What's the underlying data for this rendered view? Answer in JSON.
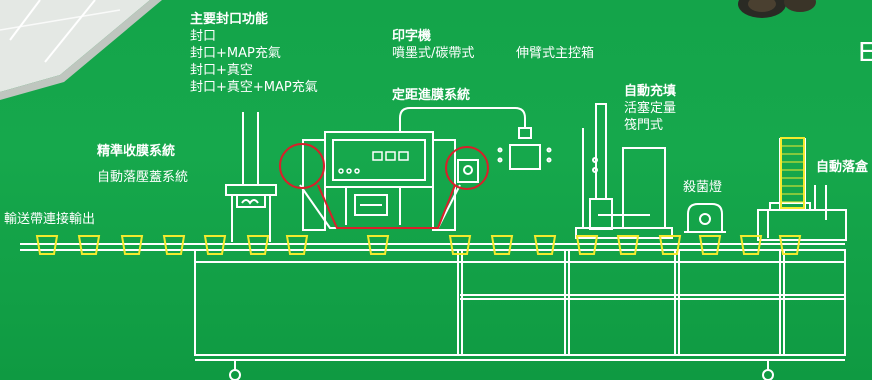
{
  "labels": {
    "sealing_title": "主要封口功能",
    "sealing_1": "封口",
    "sealing_2": "封口+MAP充氣",
    "sealing_3": "封口+真空",
    "sealing_4": "封口+真空+MAP充氣",
    "printer_title": "印字機",
    "printer_sub": "噴墨式/碳帶式",
    "control_box": "伸臂式主控箱",
    "film_system": "定距進膜系統",
    "fill_title": "自動充填",
    "fill_1": "活塞定量",
    "fill_2": "筏門式",
    "uv_lamp": "殺菌燈",
    "auto_drop": "自動落盒",
    "collect_title": "精準收膜系統",
    "collect_sub": "自動落壓蓋系統",
    "conveyor_output": "輸送帶連接輸出",
    "edge_letter": "E"
  },
  "colors": {
    "background": "#14a44a",
    "line": "#ffffff",
    "cups": "#f3ea2e",
    "highlight": "#d8202a"
  }
}
